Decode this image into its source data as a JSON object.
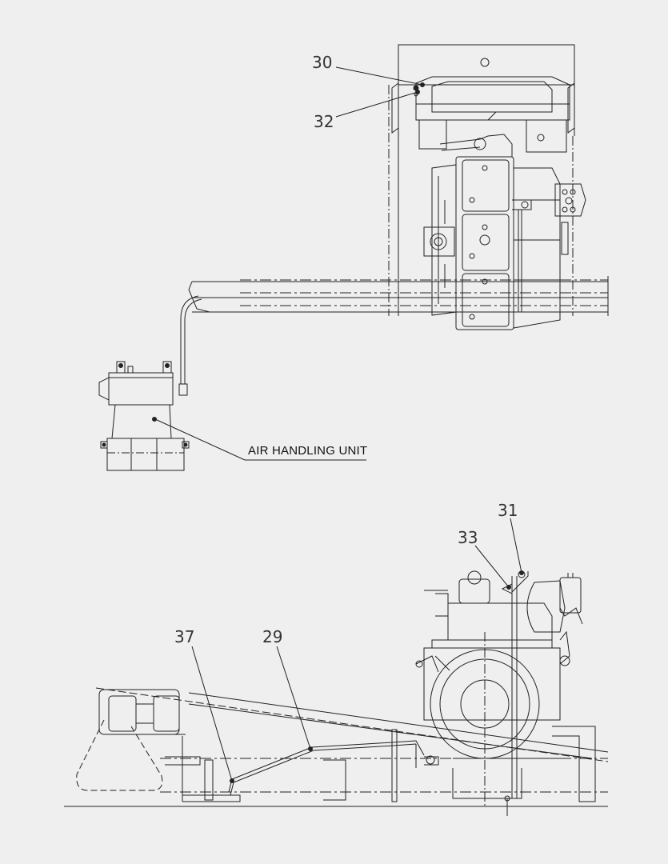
{
  "callouts": {
    "c30": "30",
    "c32": "32",
    "c31": "31",
    "c33": "33",
    "c37": "37",
    "c29": "29"
  },
  "labels": {
    "air_handling_unit": "AIR HANDLING UNIT"
  },
  "colors": {
    "background": "#efefef",
    "line": "#222222"
  }
}
